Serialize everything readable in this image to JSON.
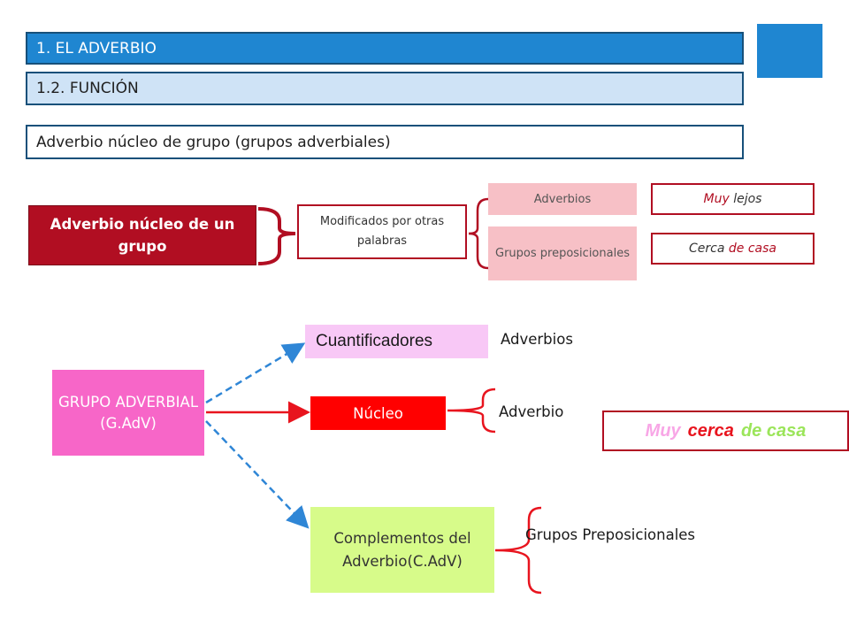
{
  "header": {
    "title": "1. EL ADVERBIO",
    "subtitle": "1.2. FUNCIÓN",
    "section": "Adverbio núcleo de grupo (grupos adverbiales)"
  },
  "top_diagram": {
    "main": "Adverbio núcleo de un grupo",
    "modifier": "Modificados por otras palabras",
    "types": [
      "Adverbios",
      "Grupos preposicionales"
    ],
    "examples": [
      {
        "word1": "Muy",
        "word2": "lejos"
      },
      {
        "word1": "Cerca",
        "word2": "de casa"
      }
    ]
  },
  "bottom_diagram": {
    "root": "GRUPO ADVERBIAL (G.AdV)",
    "cuantificadores": "Cuantificadores",
    "cuantificadores_type": "Adverbios",
    "nucleo": "Núcleo",
    "nucleo_type": "Adverbio",
    "complementos": "Complementos del Adverbio(C.AdV)",
    "complementos_type": "Grupos Preposicionales",
    "example": {
      "w1": "Muy",
      "w2": "cerca",
      "w3": "de casa"
    }
  },
  "colors": {
    "accent_blue": "#1f86d1",
    "dark_red": "#b10e22",
    "pink": "#f766c8",
    "red": "#ff0000",
    "green": "#d7fb8a",
    "arrow_blue": "#2f86d6"
  }
}
